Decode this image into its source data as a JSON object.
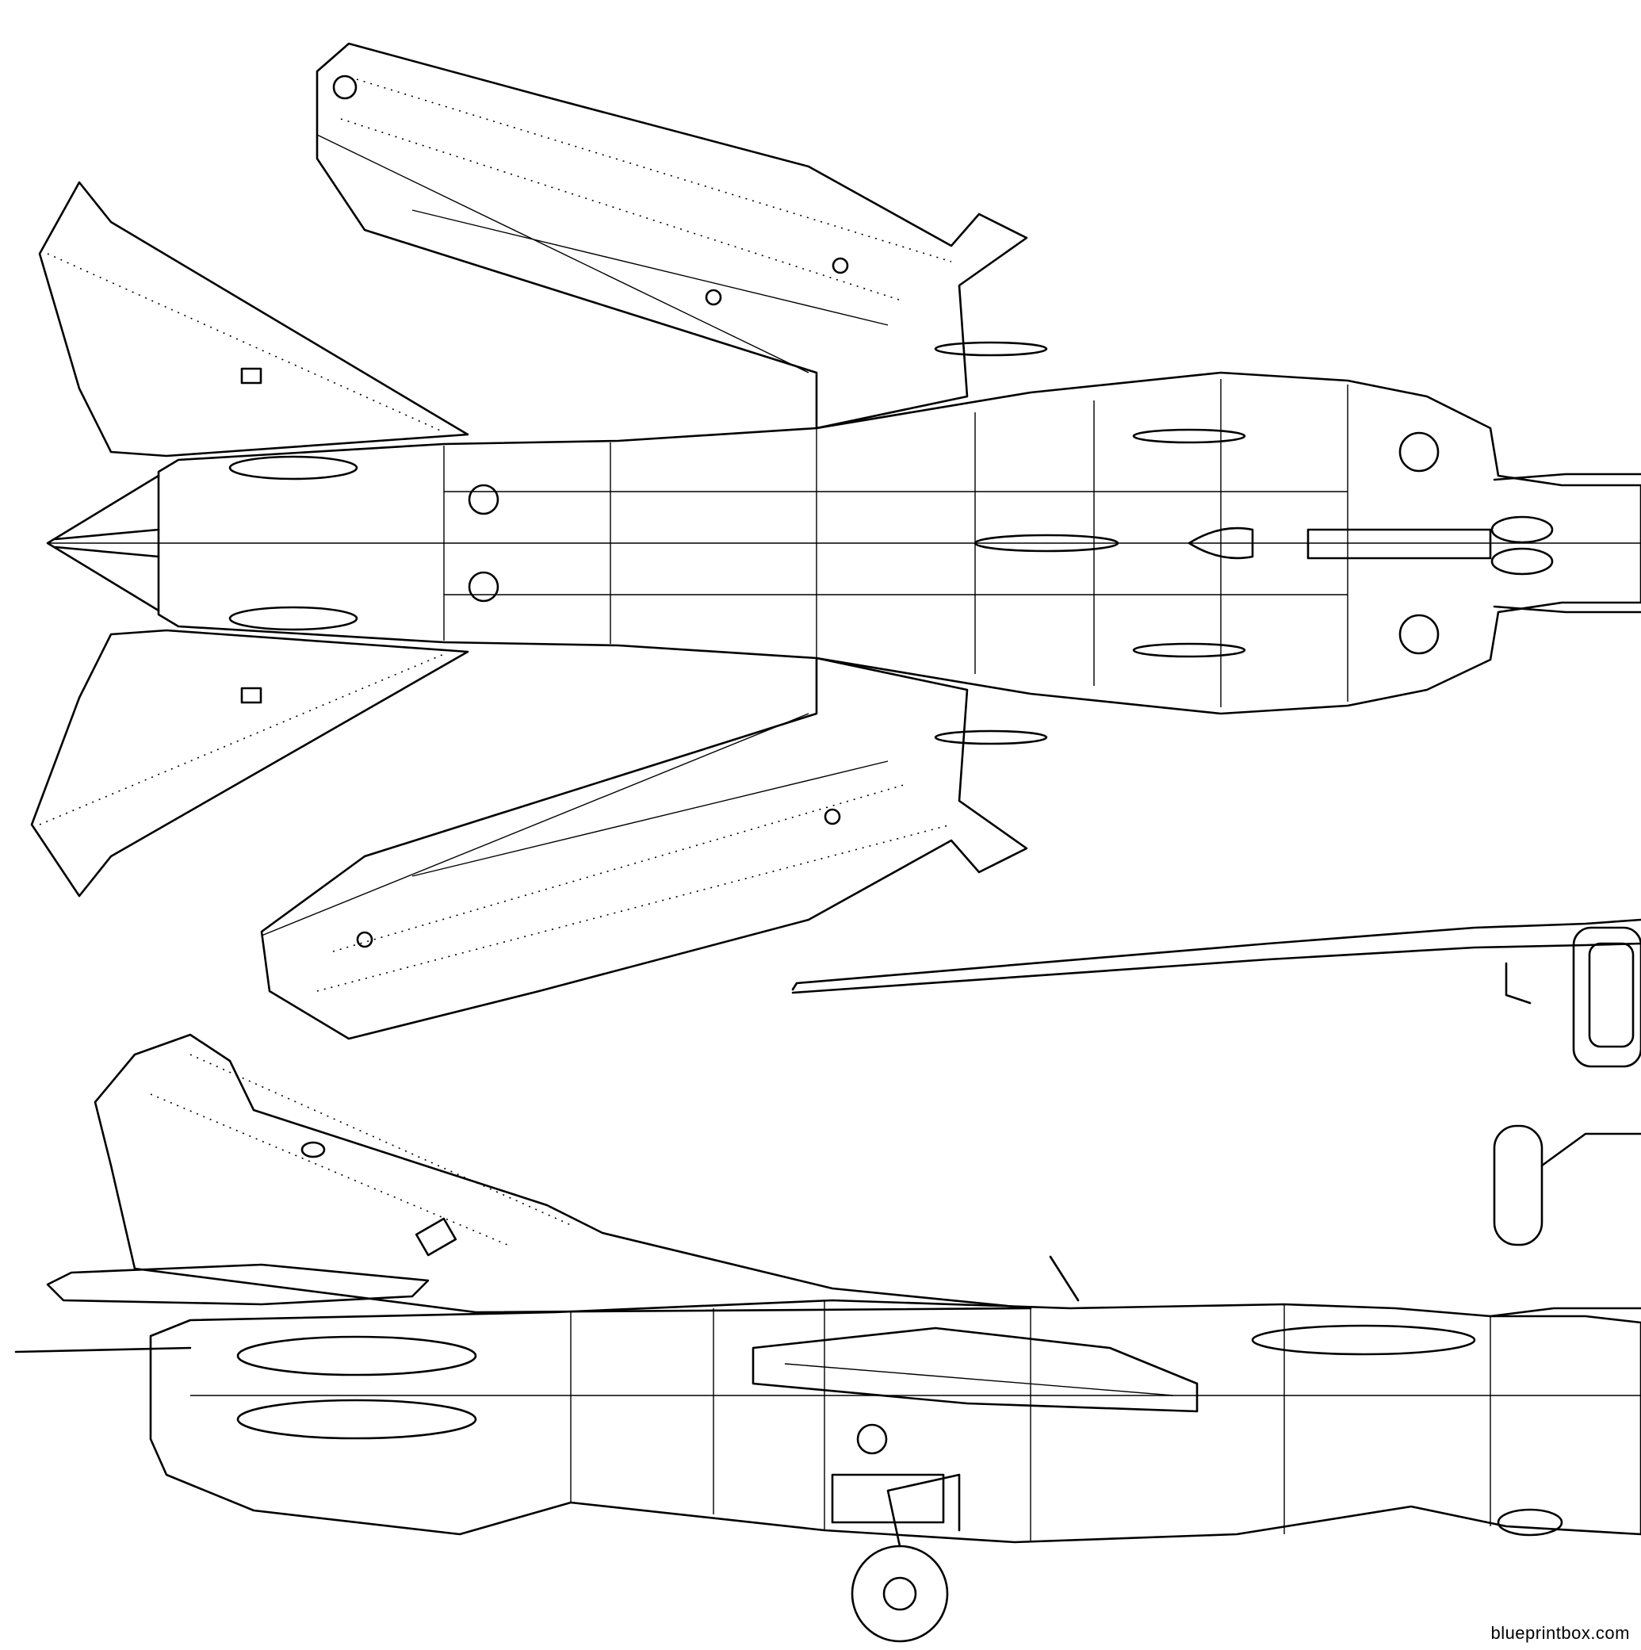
{
  "watermark": {
    "text": "blueprintbox.com"
  },
  "views": [
    {
      "id": "plan"
    },
    {
      "id": "side"
    },
    {
      "id": "front"
    }
  ],
  "colors": {
    "line": "#000000",
    "background": "#ffffff"
  }
}
